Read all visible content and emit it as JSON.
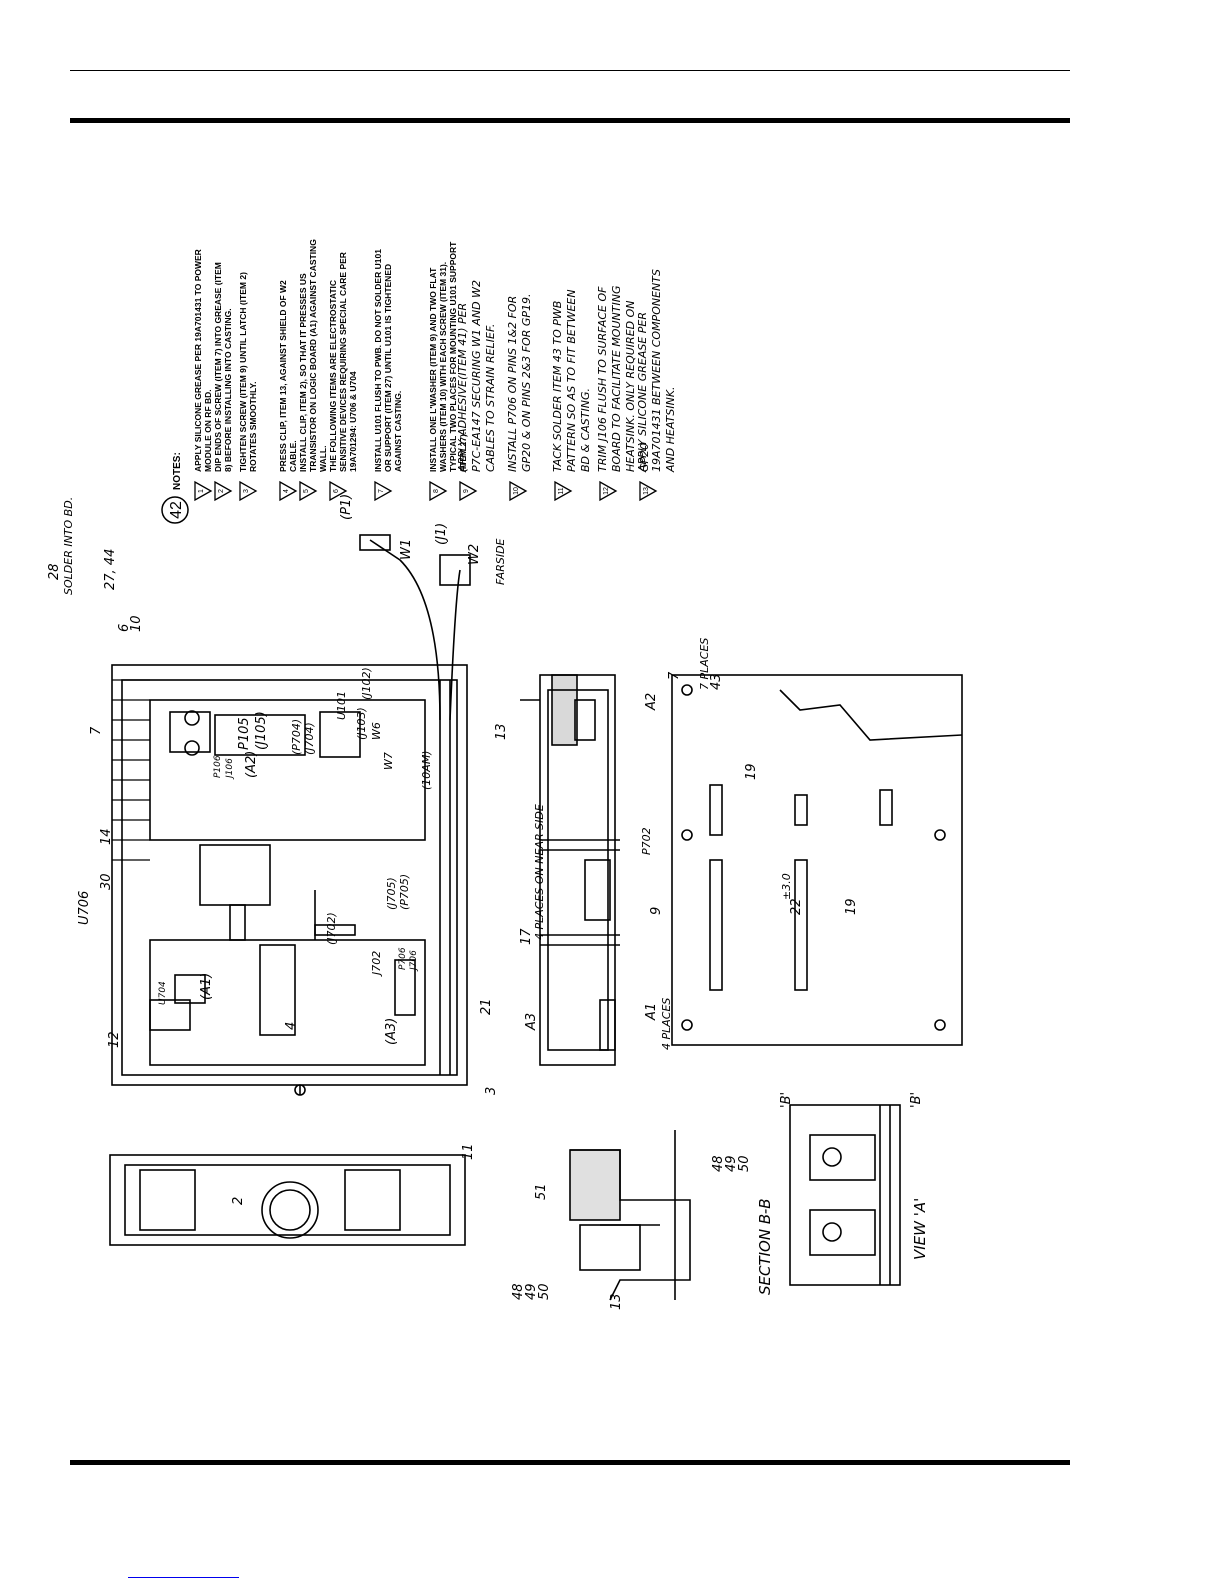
{
  "notes": {
    "marker": "42",
    "heading": "NOTES:",
    "items": [
      {
        "num": "1",
        "text": "APPLY SILICONE GREASE PER 19A701431 TO POWER MODULE ON RF BD."
      },
      {
        "num": "2",
        "text": "DIP ENDS OF SCREW (ITEM 7) INTO GREASE (ITEM 8) BEFORE INSTALLING INTO CASTING."
      },
      {
        "num": "3",
        "text": "TIGHTEN SCREW (ITEM 9) UNTIL LATCH (ITEM 2) ROTATES SMOOTHLY."
      },
      {
        "num": "4",
        "text": "PRESS CLIP, ITEM 13, AGAINST SHIELD OF W2 CABLE."
      },
      {
        "num": "5",
        "text": "INSTALL CLIP, ITEM 2), SO THAT IT PRESSES US TRANSISTOR ON LOGIC BOARD (A1) AGAINST CASTING WALL."
      },
      {
        "num": "6",
        "text": "THE FOLLOWING ITEMS ARE ELECTROSTATIC SENSITIVE DEVICES REQUIRING SPECIAL CARE PER 19A701294: U706 & U704"
      },
      {
        "num": "7",
        "text": "INSTALL U101 FLUSH TO PWB. DO NOT SOLDER U101 OR SUPPORT (ITEM 27) UNTIL U101 IS TIGHTENED AGAINST CASTING."
      },
      {
        "num": "8",
        "text": "INSTALL ONE L'WASHER (ITEM 9) AND TWO FLAT WASHERS (ITEM 10) WITH EACH SCREW (ITEM 31). TYPICAL TWO PLACES FOR MOUNTING U101 SUPPORT (ITEM 27)."
      },
      {
        "num": "9",
        "text": "APPLY ADHESIVE(ITEM 41) PER P7C-EA147 SECURING W1 AND W2 CABLES TO STRAIN RELIEF."
      },
      {
        "num": "10",
        "text": "INSTALL P706 ON PINS 1&2 FOR GP20 & ON PINS 2&3 FOR GP19."
      },
      {
        "num": "11",
        "text": "TACK SOLDER ITEM 43 TO PWB PATTERN SO AS TO FIT BETWEEN BD & CASTING."
      },
      {
        "num": "12",
        "text": "TRIM J106 FLUSH TO SURFACE OF BOARD TO FACILITATE MOUNTING HEATSINK. ONLY REQUIRED ON GP20"
      },
      {
        "num": "13",
        "text": "APPLY SILICONE GREASE PER 19A701431 BETWEEN COMPONENTS AND HEATSINK."
      }
    ]
  },
  "main_view": {
    "callouts": [
      "12",
      "U706",
      "30",
      "14",
      "7",
      "28",
      "SOLDER INTO BD.",
      "6",
      "10",
      "27, 44",
      "(P1)",
      "(J1)",
      "W1",
      "W2",
      "FARSIDE",
      "13",
      "3",
      "21",
      "4",
      "U704",
      "(A1)",
      "(A2)",
      "P105",
      "(J105)",
      "P106",
      "J106",
      "(P704)",
      "(J704)",
      "(J103)",
      "W6",
      "W7",
      "(J102)",
      "(10AM)",
      "U101",
      "(J702)",
      "J702",
      "(J705)",
      "(P705)",
      "P706",
      "J706",
      "(A3)"
    ]
  },
  "side_view": {
    "callouts": [
      "A3",
      "17",
      "4 PLACES ON NEAR SIDE",
      "A2",
      "A1",
      "4 PLACES",
      "P702"
    ]
  },
  "board_view": {
    "callouts": [
      "7",
      "7 PLACES",
      "43",
      "19",
      "9",
      "22",
      "±3.0",
      "19"
    ]
  },
  "end_view": {
    "callouts": [
      "2",
      "11"
    ]
  },
  "section_bb": {
    "title": "SECTION B-B",
    "callouts": [
      "51",
      "48",
      "49",
      "50",
      "48",
      "49",
      "50",
      "13"
    ]
  },
  "view_a": {
    "title": "VIEW 'A'",
    "callouts": [
      "'B'",
      "'B'"
    ]
  }
}
